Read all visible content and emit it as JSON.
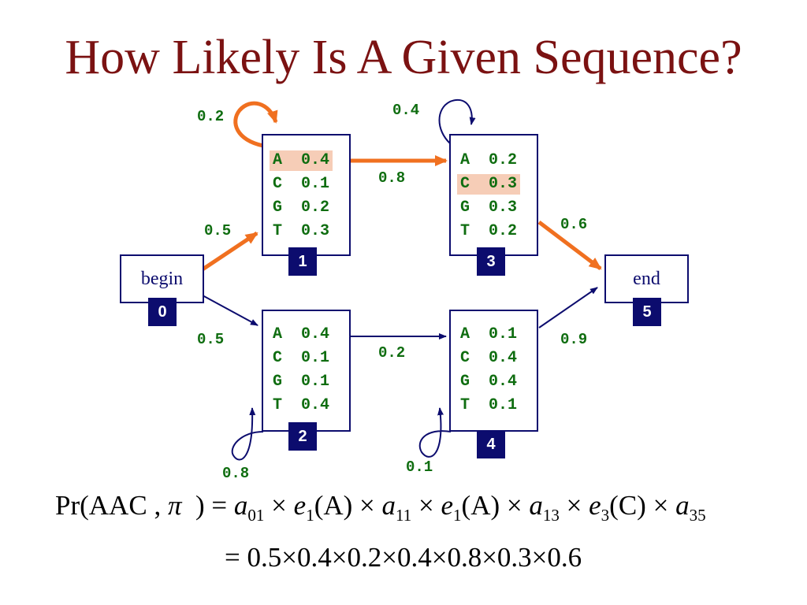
{
  "title": "How Likely Is A Given Sequence?",
  "states": {
    "begin": {
      "label": "begin",
      "num": "0"
    },
    "end": {
      "label": "end",
      "num": "5"
    },
    "s1": {
      "num": "1",
      "emissions": [
        {
          "sym": "A",
          "p": "0.4",
          "highlight": true
        },
        {
          "sym": "C",
          "p": "0.1",
          "highlight": false
        },
        {
          "sym": "G",
          "p": "0.2",
          "highlight": false
        },
        {
          "sym": "T",
          "p": "0.3",
          "highlight": false
        }
      ]
    },
    "s2": {
      "num": "2",
      "emissions": [
        {
          "sym": "A",
          "p": "0.4",
          "highlight": false
        },
        {
          "sym": "C",
          "p": "0.1",
          "highlight": false
        },
        {
          "sym": "G",
          "p": "0.1",
          "highlight": false
        },
        {
          "sym": "T",
          "p": "0.4",
          "highlight": false
        }
      ]
    },
    "s3": {
      "num": "3",
      "emissions": [
        {
          "sym": "A",
          "p": "0.2",
          "highlight": false
        },
        {
          "sym": "C",
          "p": "0.3",
          "highlight": true
        },
        {
          "sym": "G",
          "p": "0.3",
          "highlight": false
        },
        {
          "sym": "T",
          "p": "0.2",
          "highlight": false
        }
      ]
    },
    "s4": {
      "num": "4",
      "emissions": [
        {
          "sym": "A",
          "p": "0.1",
          "highlight": false
        },
        {
          "sym": "C",
          "p": "0.4",
          "highlight": false
        },
        {
          "sym": "G",
          "p": "0.4",
          "highlight": false
        },
        {
          "sym": "T",
          "p": "0.1",
          "highlight": false
        }
      ]
    }
  },
  "transitions": {
    "begin_1": "0.5",
    "begin_2": "0.5",
    "self_1": "0.2",
    "self_2": "0.8",
    "s1_3": "0.8",
    "s2_4": "0.2",
    "self_3": "0.4",
    "self_4": "0.1",
    "s3_end": "0.6",
    "s4_end": "0.9"
  },
  "formula": {
    "pr": "Pr(AAC",
    "pi": "π",
    "rhs_values": "= 0.5×0.4×0.2×0.4×0.8×0.3×0.6"
  },
  "colors": {
    "title": "#7b1212",
    "box_border": "#0c0c6e",
    "probability_text": "#0f6d10",
    "highlight_path": "#f07020",
    "highlight_cell": "#f6cdb7"
  }
}
